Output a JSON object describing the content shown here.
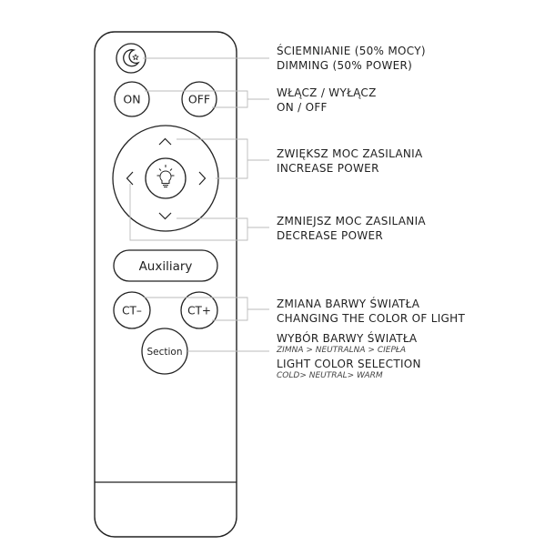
{
  "remote": {
    "buttons": {
      "on": "ON",
      "off": "OFF",
      "auxiliary": "Auxiliary",
      "ct_minus": "CT–",
      "ct_plus": "CT+",
      "section": "Section"
    },
    "icons": {
      "dimming": "moon-star-icon",
      "center": "lightbulb-icon",
      "up": "chevron-up-icon",
      "down": "chevron-down-icon",
      "left": "chevron-left-icon",
      "right": "chevron-right-icon"
    }
  },
  "labels": {
    "dimming_pl": "ŚCIEMNIANIE (50% MOCY)",
    "dimming_en": "DIMMING (50% POWER)",
    "onoff_pl": "WŁĄCZ / WYŁĄCZ",
    "onoff_en": "ON / OFF",
    "increase_pl": "ZWIĘKSZ MOC ZASILANIA",
    "increase_en": "INCREASE POWER",
    "decrease_pl": "ZMNIEJSZ MOC ZASILANIA",
    "decrease_en": "DECREASE POWER",
    "color_pl": "ZMIANA BARWY ŚWIATŁA",
    "color_en": "CHANGING THE COLOR OF LIGHT",
    "selection_pl": "WYBÓR BARWY ŚWIATŁA",
    "selection_pl_sub": "ZIMNA > NEUTRALNA > CIEPŁA",
    "selection_en": "LIGHT COLOR SELECTION",
    "selection_en_sub": "COLD> NEUTRAL> WARM"
  },
  "colors": {
    "outline": "#222222",
    "leader": "#bbbbbb",
    "text": "#222222"
  }
}
